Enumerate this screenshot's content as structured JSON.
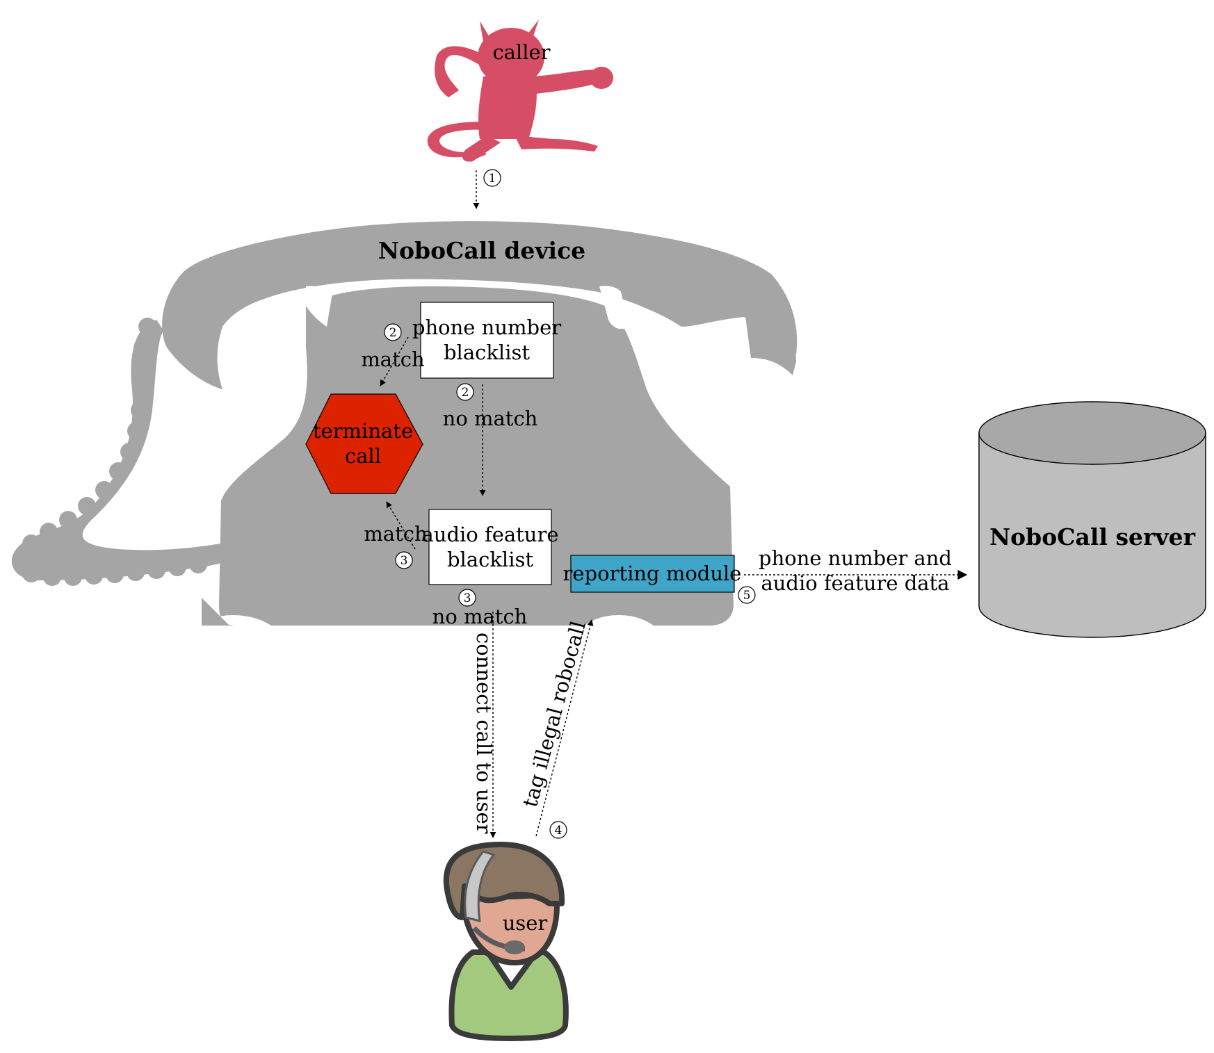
{
  "colors": {
    "phone_silhouette": "#a5a5a5",
    "caller_devil": "#d64e65",
    "terminate_hexagon": "#dd2200",
    "reporting_module": "#3fa6c9",
    "server_cylinder": "#bebebe",
    "user_shirt": "#a2c97e",
    "user_skin": "#e0a893",
    "user_hair": "#8b7563",
    "headset": "#c8c8c8"
  },
  "icons": {
    "caller": "devil-icon",
    "device": "rotary-phone-icon",
    "server": "database-cylinder-icon",
    "user": "person-with-headset-icon"
  },
  "nodes": {
    "caller": "caller",
    "device": "NoboCall device",
    "phone_blacklist": [
      "phone number",
      "blacklist"
    ],
    "terminate": [
      "terminate",
      "call"
    ],
    "audio_blacklist": [
      "audio feature",
      "blacklist"
    ],
    "reporting": "reporting module",
    "server": "NoboCall server",
    "user": "user"
  },
  "edges": {
    "caller_to_device": {
      "step": "1"
    },
    "phone_match": {
      "step": "2",
      "label": "match"
    },
    "phone_no_match": {
      "step": "2",
      "label": "no match"
    },
    "audio_match": {
      "step": "3",
      "label": "match"
    },
    "audio_no_match": {
      "step": "3",
      "label": "no match"
    },
    "connect": {
      "label": "connect call to user"
    },
    "tag": {
      "step": "4",
      "label": "tag illegal robocall"
    },
    "report": {
      "step": "5",
      "label": [
        "phone number and",
        "audio feature data"
      ]
    }
  }
}
